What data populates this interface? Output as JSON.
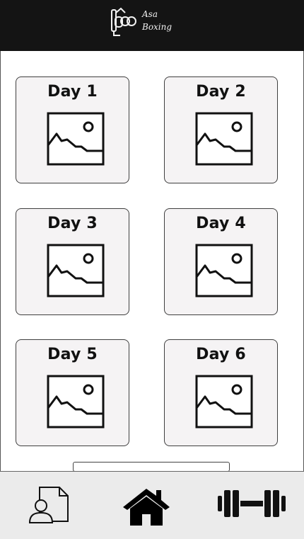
{
  "app": {
    "logo_text": "Asa\nBoxing"
  },
  "days": [
    {
      "label": "Day 1"
    },
    {
      "label": "Day 2"
    },
    {
      "label": "Day 3"
    },
    {
      "label": "Day 4"
    },
    {
      "label": "Day 5"
    },
    {
      "label": "Day 6"
    }
  ],
  "nav": {
    "items": [
      {
        "icon": "profile-document-icon"
      },
      {
        "icon": "home-icon"
      },
      {
        "icon": "dumbbell-icon"
      }
    ]
  },
  "colors": {
    "header_bg": "#141414",
    "card_bg": "#f5f3f4",
    "nav_bg": "#ebebeb"
  }
}
